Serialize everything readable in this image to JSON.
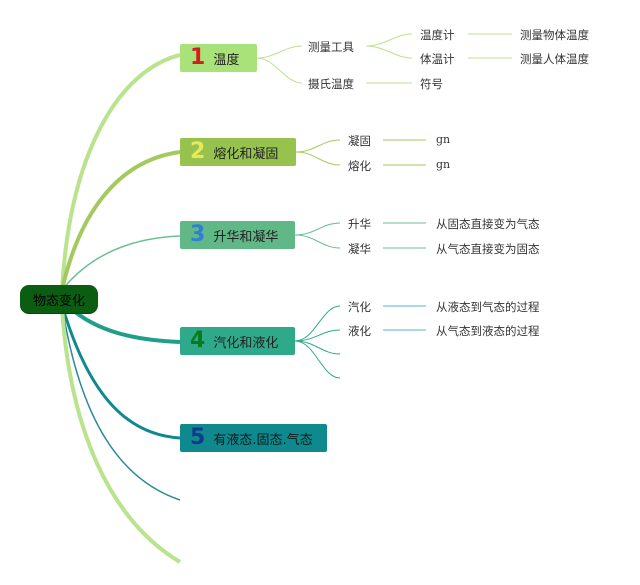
{
  "root": {
    "label": "物态变化"
  },
  "topics": [
    {
      "num": "1",
      "label": "温度"
    },
    {
      "num": "2",
      "label": "熔化和凝固"
    },
    {
      "num": "3",
      "label": "升华和凝华"
    },
    {
      "num": "4",
      "label": "汽化和液化"
    },
    {
      "num": "5",
      "label": "有液态.固态.气态"
    }
  ],
  "topic1": {
    "measure_tool": "测量工具",
    "thermometer": "温度计",
    "thermometer_use": "测量物体温度",
    "body_thermometer": "体温计",
    "body_thermometer_use": "测量人体温度",
    "celsius": "摄氏温度",
    "symbol": "符号"
  },
  "topic2": {
    "solidify": "凝固",
    "solidify_value": "gn",
    "melt": "熔化",
    "melt_value": "gn"
  },
  "topic3": {
    "sublimation": "升华",
    "sublimation_def": "从固态直接变为气态",
    "deposition": "凝华",
    "deposition_def": "从气态直接变为固态"
  },
  "topic4": {
    "vaporize": "汽化",
    "vaporize_def": "从液态到气态的过程",
    "liquefy": "液化",
    "liquefy_def": "从气态到液态的过程"
  },
  "colors": {
    "root": "#0b5d12",
    "topic1": "#a9e278",
    "topic2": "#97c24d",
    "topic3": "#5fb886",
    "topic4": "#2eaa8a",
    "topic5": "#0e8a8e"
  }
}
